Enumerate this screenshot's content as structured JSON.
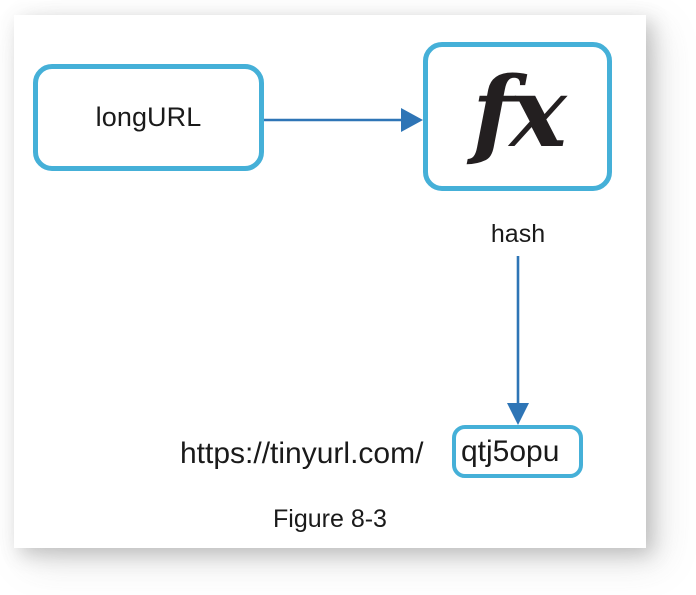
{
  "figure": {
    "caption": "Figure 8-3",
    "colors": {
      "node_border": "#45b0d8",
      "arrow": "#2e75b6",
      "card_background": "#ffffff",
      "text": "#1a1a1a"
    }
  },
  "nodes": [
    {
      "id": "longurl",
      "label": "longURL",
      "name": "node-long-url"
    },
    {
      "id": "fx",
      "label": "fx",
      "name": "node-hash-function"
    },
    {
      "id": "result",
      "label": "qtj5opu",
      "name": "node-short-code"
    }
  ],
  "labels": {
    "hash": "hash",
    "url_prefix": "https://tinyurl.com/"
  },
  "connectors": [
    {
      "name": "arrow-longurl-to-fx",
      "from": "longurl",
      "to": "fx",
      "label": "",
      "direction": "right"
    },
    {
      "name": "arrow-fx-to-result",
      "from": "fx",
      "to": "result",
      "label": "hash",
      "direction": "down"
    }
  ]
}
